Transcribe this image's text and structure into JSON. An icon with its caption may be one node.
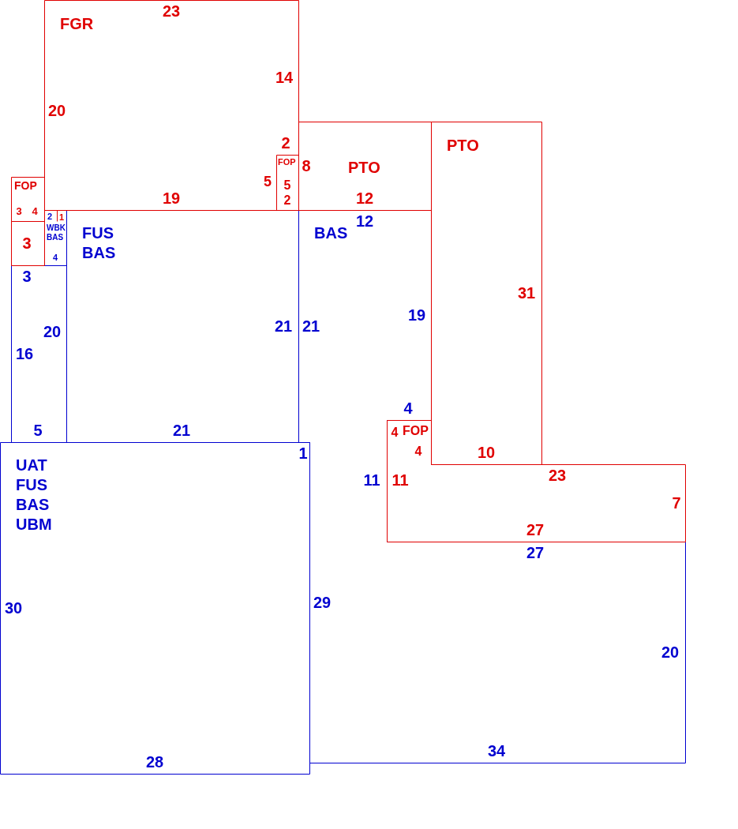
{
  "diagram": {
    "nodes": [
      {
        "text": [
          "FGR"
        ]
      },
      {
        "text": [
          "PTO"
        ]
      },
      {
        "text": [
          "PTO"
        ]
      },
      {
        "text": [
          "FOP"
        ],
        "in": 0
      },
      {
        "text": [
          "FOP"
        ]
      },
      {
        "text": [
          "FOP"
        ]
      },
      {
        "text": [],
        "shape": "box"
      },
      {
        "text": [
          "WBK BAS"
        ]
      },
      {
        "text": [],
        "shape": "box"
      },
      {
        "text": [
          "FUS BAS"
        ]
      },
      {
        "text": [
          "BAS"
        ]
      },
      {
        "text": [
          "UAT FUS BAS UBM"
        ]
      }
    ],
    "labels": [
      "23",
      "14",
      "20",
      "2",
      "8",
      "5",
      "5",
      "3",
      "4",
      "19",
      "2",
      "12",
      "2",
      "1",
      "12",
      "4",
      "3",
      "3",
      "31",
      "19",
      "21",
      "21",
      "20",
      "16",
      "4",
      "4",
      "4",
      "5",
      "21",
      "1",
      "10",
      "23",
      "11",
      "11",
      "7",
      "27",
      "27",
      "29",
      "30",
      "20",
      "34",
      "28"
    ]
  }
}
